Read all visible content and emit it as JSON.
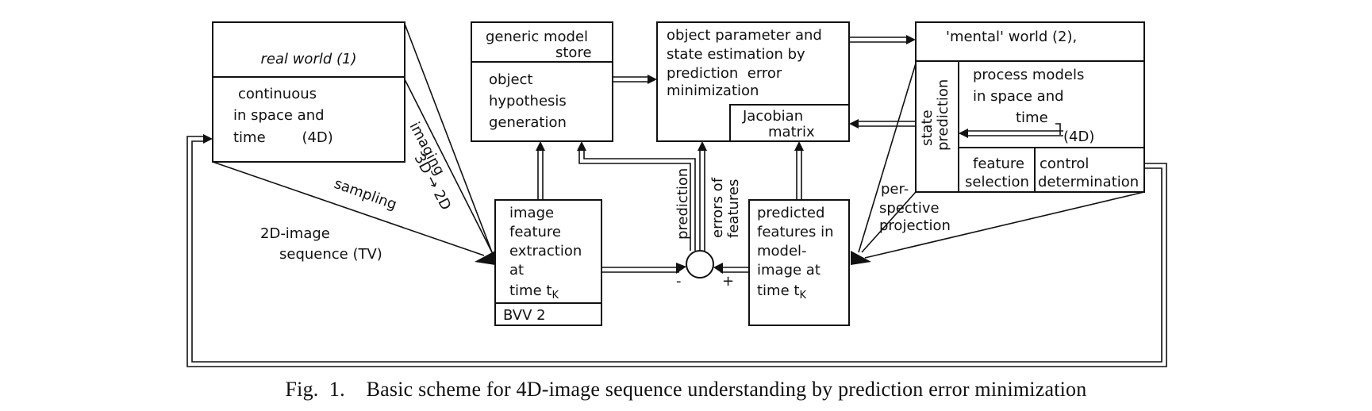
{
  "boxes": {
    "real_world_title": "real world (1)",
    "real_world_l1": "continuous",
    "real_world_l2": "in space and",
    "real_world_l3": "time        (4D)",
    "generic_l1": "generic model",
    "generic_l2": "store",
    "hyp_l1": "object",
    "hyp_l2": "hypothesis",
    "hyp_l3": "generation",
    "est_l1": "object parameter and",
    "est_l2": "state estimation by",
    "est_l3": "prediction  error",
    "est_l4": "minimization",
    "jac_l1": "Jacobian",
    "jac_l2": "matrix",
    "mental_title": "'mental' world (2),",
    "pm_l1": "process models",
    "pm_l2": "in space and",
    "pm_l3": "time",
    "pm_l4": "(4D)",
    "state_l1": "state",
    "state_l2": "prediction",
    "fs_l1": "feature",
    "fs_l2": "selection",
    "cd_l1": "control",
    "cd_l2": "determination",
    "ife_l1": "image",
    "ife_l2": "feature",
    "ife_l3": "extraction",
    "ife_l4": "at",
    "ife_l5": "time t",
    "ife_sub": "K",
    "bvv": "BVV 2",
    "pf_l1": "predicted",
    "pf_l2": "features in",
    "pf_l3": "model-",
    "pf_l4": "image at",
    "pf_l5": "time t",
    "pf_sub": "K"
  },
  "labels": {
    "imaging": "imaging",
    "proj_3d_2d": "3D → 2D",
    "sampling": "sampling",
    "image_seq_l1": "2D-image",
    "image_seq_l2": "sequence (TV)",
    "prediction": "prediction",
    "errors_l1": "errors of",
    "errors_l2": "features",
    "minus": "-",
    "plus": "+",
    "persp_l1": "per-",
    "persp_l2": "spective",
    "persp_l3": "projection"
  },
  "caption": "Fig.  1.    Basic scheme for 4D-image sequence understanding by prediction error minimization"
}
